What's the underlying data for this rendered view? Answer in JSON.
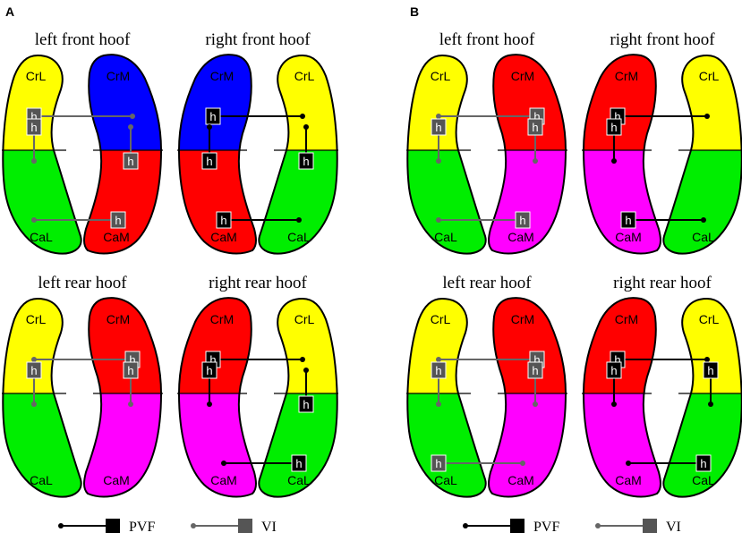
{
  "colors": {
    "yellow": "#ffff00",
    "blue": "#0000ff",
    "red": "#ff0000",
    "green": "#00ee00",
    "magenta": "#ff00ff",
    "pvf": "#000000",
    "vi": "#555555",
    "vi_line": "#666666"
  },
  "marker_label": "h",
  "legend": {
    "pvf": "PVF",
    "vi": "VI"
  },
  "panels": [
    {
      "label": "A",
      "hooves": [
        {
          "title": "left front hoof",
          "side": "left",
          "colors": {
            "CrL": "yellow",
            "CrM": "blue",
            "CaL": "green",
            "CaM": "red"
          },
          "labels": [
            "CrL",
            "CrM",
            "CaL",
            "CaM"
          ],
          "markers": [
            {
              "type": "vi",
              "from": "CrL",
              "to": "CrM",
              "box": "from"
            },
            {
              "type": "vi",
              "from": "CrL",
              "to": "CaL",
              "box": "from"
            },
            {
              "type": "vi",
              "from": "CrM",
              "to": "CaM",
              "box": "to"
            },
            {
              "type": "vi",
              "from": "CaL",
              "to": "CaM",
              "box": "to"
            }
          ]
        },
        {
          "title": "right front hoof",
          "side": "right",
          "colors": {
            "CrL": "yellow",
            "CrM": "blue",
            "CaL": "green",
            "CaM": "red"
          },
          "labels": [
            "CrM",
            "CrL",
            "CaM",
            "CaL"
          ],
          "markers": [
            {
              "type": "pvf",
              "from": "CrM",
              "to": "CrL",
              "box": "from"
            },
            {
              "type": "pvf",
              "from": "CrM",
              "to": "CaM",
              "box": "to"
            },
            {
              "type": "pvf",
              "from": "CrL",
              "to": "CaL",
              "box": "to"
            },
            {
              "type": "pvf",
              "from": "CaM",
              "to": "CaL",
              "box": "from"
            }
          ]
        },
        {
          "title": "left rear hoof",
          "side": "left",
          "colors": {
            "CrL": "yellow",
            "CrM": "red",
            "CaL": "green",
            "CaM": "magenta"
          },
          "labels": [
            "CrL",
            "CrM",
            "CaL",
            "CaM"
          ],
          "markers": [
            {
              "type": "vi",
              "from": "CrL",
              "to": "CrM",
              "box": "to"
            },
            {
              "type": "vi",
              "from": "CrL",
              "to": "CaL",
              "box": "from"
            },
            {
              "type": "vi",
              "from": "CrM",
              "to": "CaM",
              "box": "from"
            }
          ]
        },
        {
          "title": "right rear hoof",
          "side": "right",
          "colors": {
            "CrL": "yellow",
            "CrM": "red",
            "CaL": "green",
            "CaM": "magenta"
          },
          "labels": [
            "CrM",
            "CrL",
            "CaM",
            "CaL"
          ],
          "markers": [
            {
              "type": "pvf",
              "from": "CrM",
              "to": "CrL",
              "box": "from"
            },
            {
              "type": "pvf",
              "from": "CrM",
              "to": "CaM",
              "box": "from"
            },
            {
              "type": "pvf",
              "from": "CrL",
              "to": "CaL",
              "box": "to"
            },
            {
              "type": "pvf",
              "from": "CaM",
              "to": "CaL",
              "box": "to"
            }
          ]
        }
      ]
    },
    {
      "label": "B",
      "hooves": [
        {
          "title": "left front hoof",
          "side": "left",
          "colors": {
            "CrL": "yellow",
            "CrM": "red",
            "CaL": "green",
            "CaM": "magenta"
          },
          "labels": [
            "CrL",
            "CrM",
            "CaL",
            "CaM"
          ],
          "markers": [
            {
              "type": "vi",
              "from": "CrL",
              "to": "CrM",
              "box": "to"
            },
            {
              "type": "vi",
              "from": "CrL",
              "to": "CaL",
              "box": "from"
            },
            {
              "type": "vi",
              "from": "CrM",
              "to": "CaM",
              "box": "from"
            },
            {
              "type": "vi",
              "from": "CaL",
              "to": "CaM",
              "box": "to"
            }
          ]
        },
        {
          "title": "right front hoof",
          "side": "right",
          "colors": {
            "CrL": "yellow",
            "CrM": "red",
            "CaL": "green",
            "CaM": "magenta"
          },
          "labels": [
            "CrM",
            "CrL",
            "CaM",
            "CaL"
          ],
          "markers": [
            {
              "type": "pvf",
              "from": "CrM",
              "to": "CrL",
              "box": "from"
            },
            {
              "type": "pvf",
              "from": "CrM",
              "to": "CaM",
              "box": "from"
            },
            {
              "type": "pvf",
              "from": "CaM",
              "to": "CaL",
              "box": "from"
            }
          ]
        },
        {
          "title": "left rear hoof",
          "side": "left",
          "colors": {
            "CrL": "yellow",
            "CrM": "red",
            "CaL": "green",
            "CaM": "magenta"
          },
          "labels": [
            "CrL",
            "CrM",
            "CaL",
            "CaM"
          ],
          "markers": [
            {
              "type": "vi",
              "from": "CrL",
              "to": "CrM",
              "box": "to"
            },
            {
              "type": "vi",
              "from": "CrL",
              "to": "CaL",
              "box": "from"
            },
            {
              "type": "vi",
              "from": "CrM",
              "to": "CaM",
              "box": "from"
            },
            {
              "type": "vi",
              "from": "CaL",
              "to": "CaM",
              "box": "from"
            }
          ]
        },
        {
          "title": "right rear hoof",
          "side": "right",
          "colors": {
            "CrL": "yellow",
            "CrM": "red",
            "CaL": "green",
            "CaM": "magenta"
          },
          "labels": [
            "CrM",
            "CrL",
            "CaM",
            "CaL"
          ],
          "markers": [
            {
              "type": "pvf",
              "from": "CrM",
              "to": "CrL",
              "box": "from"
            },
            {
              "type": "pvf",
              "from": "CrM",
              "to": "CaM",
              "box": "from"
            },
            {
              "type": "pvf",
              "from": "CrL",
              "to": "CaL",
              "box": "from"
            },
            {
              "type": "pvf",
              "from": "CaM",
              "to": "CaL",
              "box": "to"
            }
          ]
        }
      ]
    }
  ]
}
